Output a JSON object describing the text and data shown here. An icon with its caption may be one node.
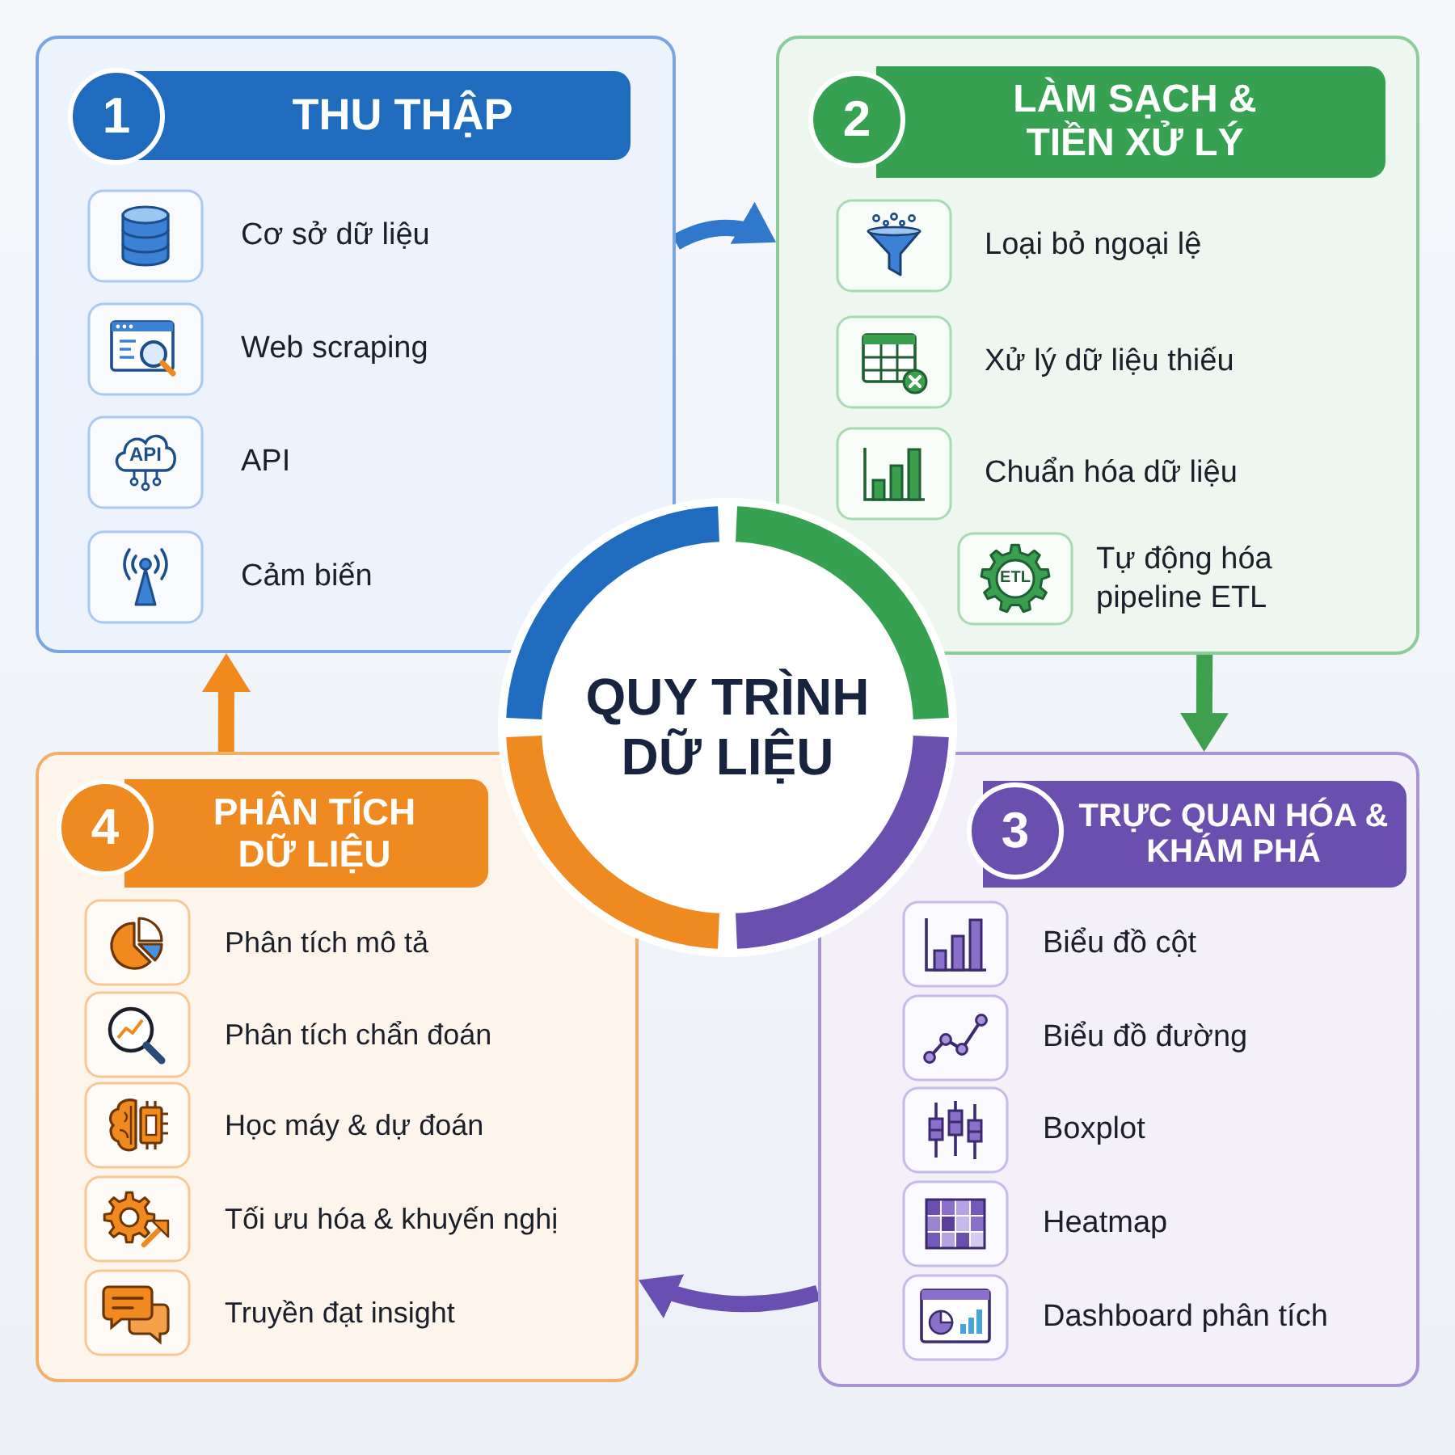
{
  "diagram": {
    "nodes": [
      {
        "text": [
          "Cơ sở dữ liệu",
          "Web scraping",
          "API",
          "Cảm biến"
        ]
      },
      {
        "text": [
          "1"
        ],
        "in": 0
      },
      {
        "text": [
          "THU THẬP"
        ],
        "in": 0
      },
      {
        "text": [
          "Loại bỏ ngoại lệ",
          "Xử lý dữ liệu thiếu",
          "Chuẩn hóa dữ liệu",
          "Tự động hóa pipeline ETL"
        ]
      },
      {
        "text": [
          "2"
        ],
        "in": 3
      },
      {
        "text": [
          "LÀM SẠCH & TIỀN XỬ LÝ"
        ],
        "in": 3
      },
      {
        "text": [
          "QUY TRÌNH DỮ LIỆU"
        ]
      },
      {
        "text": [
          "Phân tích mô tả",
          "Phân tích chẩn đoán",
          "Học máy & dự đoán",
          "Tối ưu hóa & khuyến nghị",
          "Truyền đạt insight"
        ]
      },
      {
        "text": [
          "4"
        ],
        "in": 7
      },
      {
        "text": [
          "PHÂN TÍCH DỮ LIỆU"
        ],
        "in": 7
      },
      {
        "text": [
          "Biểu đồ cột",
          "Biểu đồ đường",
          "Boxplot",
          "Heatmap",
          "Dashboard phân tích"
        ]
      },
      {
        "text": [
          "3"
        ],
        "in": 10
      },
      {
        "text": [
          "TRỰC QUAN HÓA & KHÁM PHÁ"
        ],
        "in": 10
      }
    ],
    "edges": [
      {
        "from": 0,
        "to": 3,
        "arrow": "to",
        "color": "#2f78cc"
      },
      {
        "from": 3,
        "to": 10,
        "arrow": "to",
        "color": "#3ea04e"
      },
      {
        "from": 10,
        "to": 7,
        "arrow": "to",
        "color": "#6a4fb3"
      },
      {
        "from": 7,
        "to": 0,
        "arrow": "to",
        "color": "#f08a1e"
      }
    ],
    "labels": [
      "API",
      "ETL"
    ]
  }
}
